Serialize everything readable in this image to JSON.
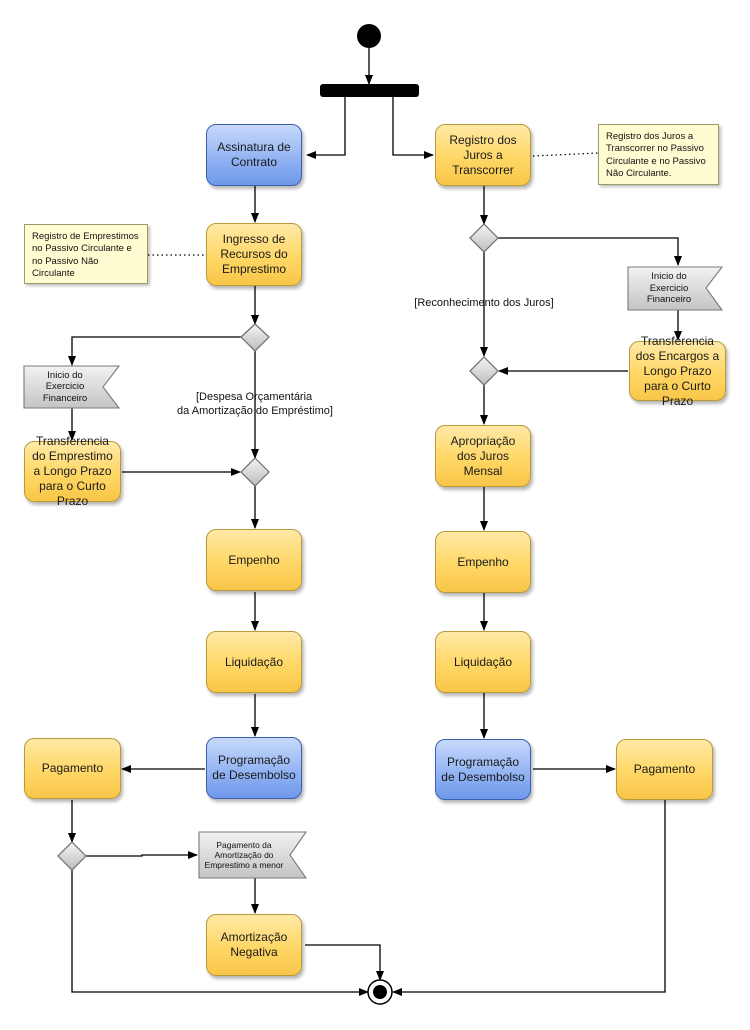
{
  "nodes": {
    "assinatura": "Assinatura de Contrato",
    "ingresso": "Ingresso de Recursos do Emprestimo",
    "transf_emprestimo": "Transferencia do Emprestimo a Longo Prazo para o Curto Prazo",
    "empenho_left": "Empenho",
    "liquidacao_left": "Liquidação",
    "programacao_left": "Programação de Desembolso",
    "pagamento_left": "Pagamento",
    "amortizacao_negativa": "Amortização Negativa",
    "registro_juros": "Registro dos Juros a Transcorrer",
    "transf_encargos": "Transferencia dos Encargos a Longo Prazo para o Curto Prazo",
    "apropriacao": "Apropriação dos Juros Mensal",
    "empenho_right": "Empenho",
    "liquidacao_right": "Liquidação",
    "programacao_right": "Programação de Desembolso",
    "pagamento_right": "Pagamento"
  },
  "notes": {
    "left": "Registro de Emprestimos no Passivo Circulante e no Passivo Não Circulante",
    "right": "Registro dos Juros a Transcorrer no Passivo Circulante e no Passivo Não Circulante."
  },
  "flags": {
    "inicio_left": "Inicio do Exercicio Financeiro",
    "inicio_right": "Inicio do Exercicio Financeiro",
    "pagamento_amortizacao": "Pagamento da Amortização do Emprestimo a menor"
  },
  "guards": {
    "despesa_line1": "[Despesa Orçamentária",
    "despesa_line2": "da Amortização do Empréstimo]",
    "reconhecimento": "[Reconhecimento dos Juros]"
  },
  "colors": {
    "action_yellow": "#ffd766",
    "action_blue": "#8fb1f2",
    "note": "#fffcd2",
    "flag": "#d6d6d6",
    "line": "#000000"
  }
}
